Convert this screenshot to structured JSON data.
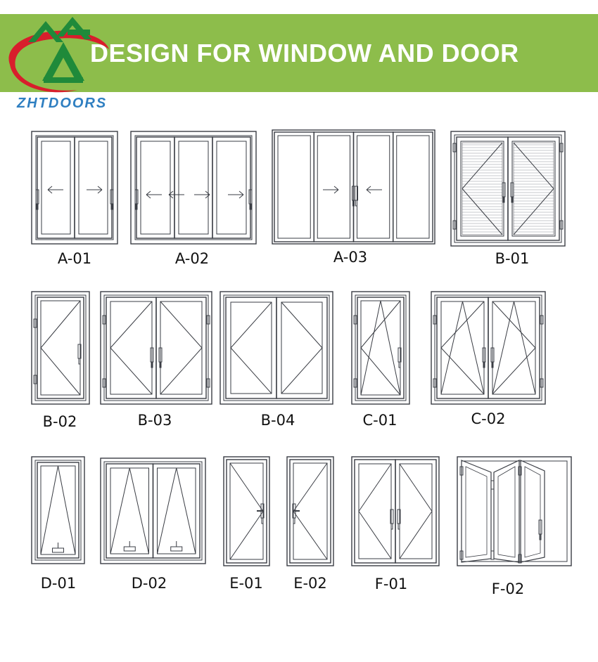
{
  "banner": {
    "title": "DESIGN FOR WINDOW AND DOOR",
    "background_color": "#8dbd4b",
    "title_color": "#ffffff"
  },
  "logo": {
    "text": "ZHTDOORS",
    "icon": "zh-house-logo-icon",
    "colors": {
      "green": "#1f8a3a",
      "red": "#d81e2c",
      "blue": "#2f7fc1"
    }
  },
  "designs": [
    {
      "code": "A-01",
      "type": "sliding-2-panel"
    },
    {
      "code": "A-02",
      "type": "sliding-3-panel"
    },
    {
      "code": "A-03",
      "type": "sliding-4-panel"
    },
    {
      "code": "B-01",
      "type": "casement-double-with-screen"
    },
    {
      "code": "B-02",
      "type": "casement-single"
    },
    {
      "code": "B-03",
      "type": "casement-double"
    },
    {
      "code": "B-04",
      "type": "casement-double-wide"
    },
    {
      "code": "C-01",
      "type": "tilt-turn-single"
    },
    {
      "code": "C-02",
      "type": "tilt-turn-double"
    },
    {
      "code": "D-01",
      "type": "awning-single"
    },
    {
      "code": "D-02",
      "type": "awning-double"
    },
    {
      "code": "E-01",
      "type": "door-single-handle-right"
    },
    {
      "code": "E-02",
      "type": "door-single-handle-left"
    },
    {
      "code": "F-01",
      "type": "french-door-double"
    },
    {
      "code": "F-02",
      "type": "bifold-door"
    }
  ]
}
